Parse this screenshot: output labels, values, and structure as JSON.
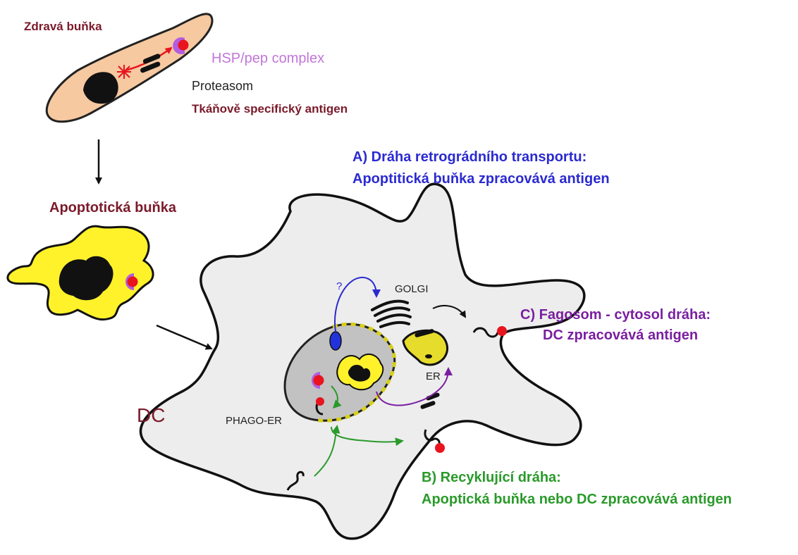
{
  "labels": {
    "healthy_cell": "Zdravá buňka",
    "hsp_complex": "HSP/pep complex",
    "proteasome": "Proteasom",
    "tissue_antigen": "Tkáňově specifický antigen",
    "apoptotic_cell": "Apoptotická buňka",
    "pathway_a_line1": "A) Dráha retrográdního transportu:",
    "pathway_a_line2": "Apoptitická buňka zpracovává antigen",
    "golgi": "GOLGI",
    "question": "?",
    "pathway_c_line1": "C) Fagosom - cytosol dráha:",
    "pathway_c_line2": "DC zpracovává antigen",
    "er": "ER",
    "dc": "DC",
    "phago_er": "PHAGO-ER",
    "pathway_b_line1": "B) Recyklující dráha:",
    "pathway_b_line2": "Apoptická buňka nebo DC zpracovává antigen"
  },
  "colors": {
    "healthy_cell": "#f6c9a0",
    "apoptotic_cell": "#fff22a",
    "dc_body": "#ededed",
    "phagosome": "#c2c2c2",
    "hsp": "#b35de0",
    "peptide": "#e8141e",
    "pathway_a": "#2b2ad0",
    "pathway_b": "#2a9a2a",
    "pathway_c": "#7a1fa0",
    "label_maroon": "#7b1a2a"
  }
}
